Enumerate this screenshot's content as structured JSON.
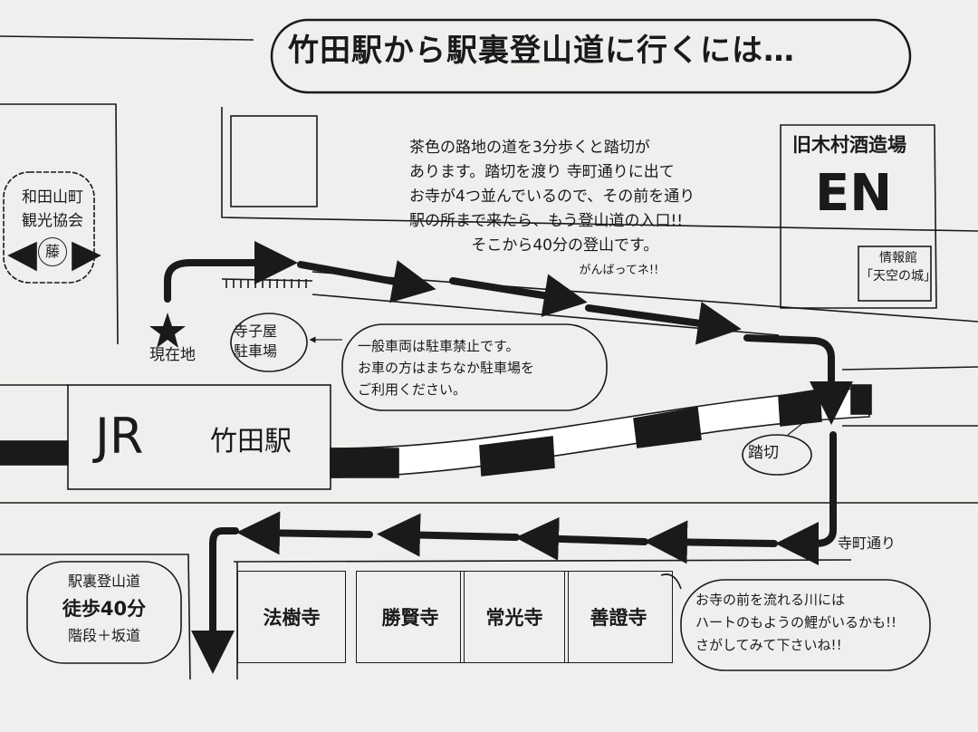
{
  "title": "竹田駅から駅裏登山道に行くには…",
  "description": {
    "lines": [
      "茶色の路地の道を3分歩くと踏切が",
      "あります。踏切を渡り 寺町通りに出て",
      "お寺が4つ並んでいるので、その前を通り",
      "駅の所まで来たら、もう登山道の入口!!"
    ],
    "closing": "そこから40分の登山です。",
    "cheer": "がんばってネ!!"
  },
  "tourism_association": {
    "line1": "和田山町",
    "line2": "観光協会",
    "emblem": "藤"
  },
  "current_location": "現在地",
  "parking": {
    "line1": "寺子屋",
    "line2": "駐車場"
  },
  "parking_notice": {
    "lines": [
      "一般車両は駐車禁止です。",
      "お車の方はまちなか駐車場を",
      "ご利用ください。"
    ]
  },
  "station": {
    "jr": "JR",
    "name": "竹田駅"
  },
  "railroad_crossing": "踏切",
  "street": "寺町通り",
  "brewery": {
    "name": "旧木村酒造場",
    "logo": "EN",
    "info_center": "情報館",
    "info_center_name": "「天空の城」"
  },
  "trail": {
    "line1": "駅裏登山道",
    "line2": "徒歩40分",
    "line3": "階段＋坂道"
  },
  "temples": [
    "法樹寺",
    "勝賢寺",
    "常光寺",
    "善證寺"
  ],
  "koi_note": {
    "lines": [
      "お寺の前を流れる川には",
      "ハートのもようの鯉がいるかも!!",
      "さがしてみて下さいね!!"
    ]
  }
}
